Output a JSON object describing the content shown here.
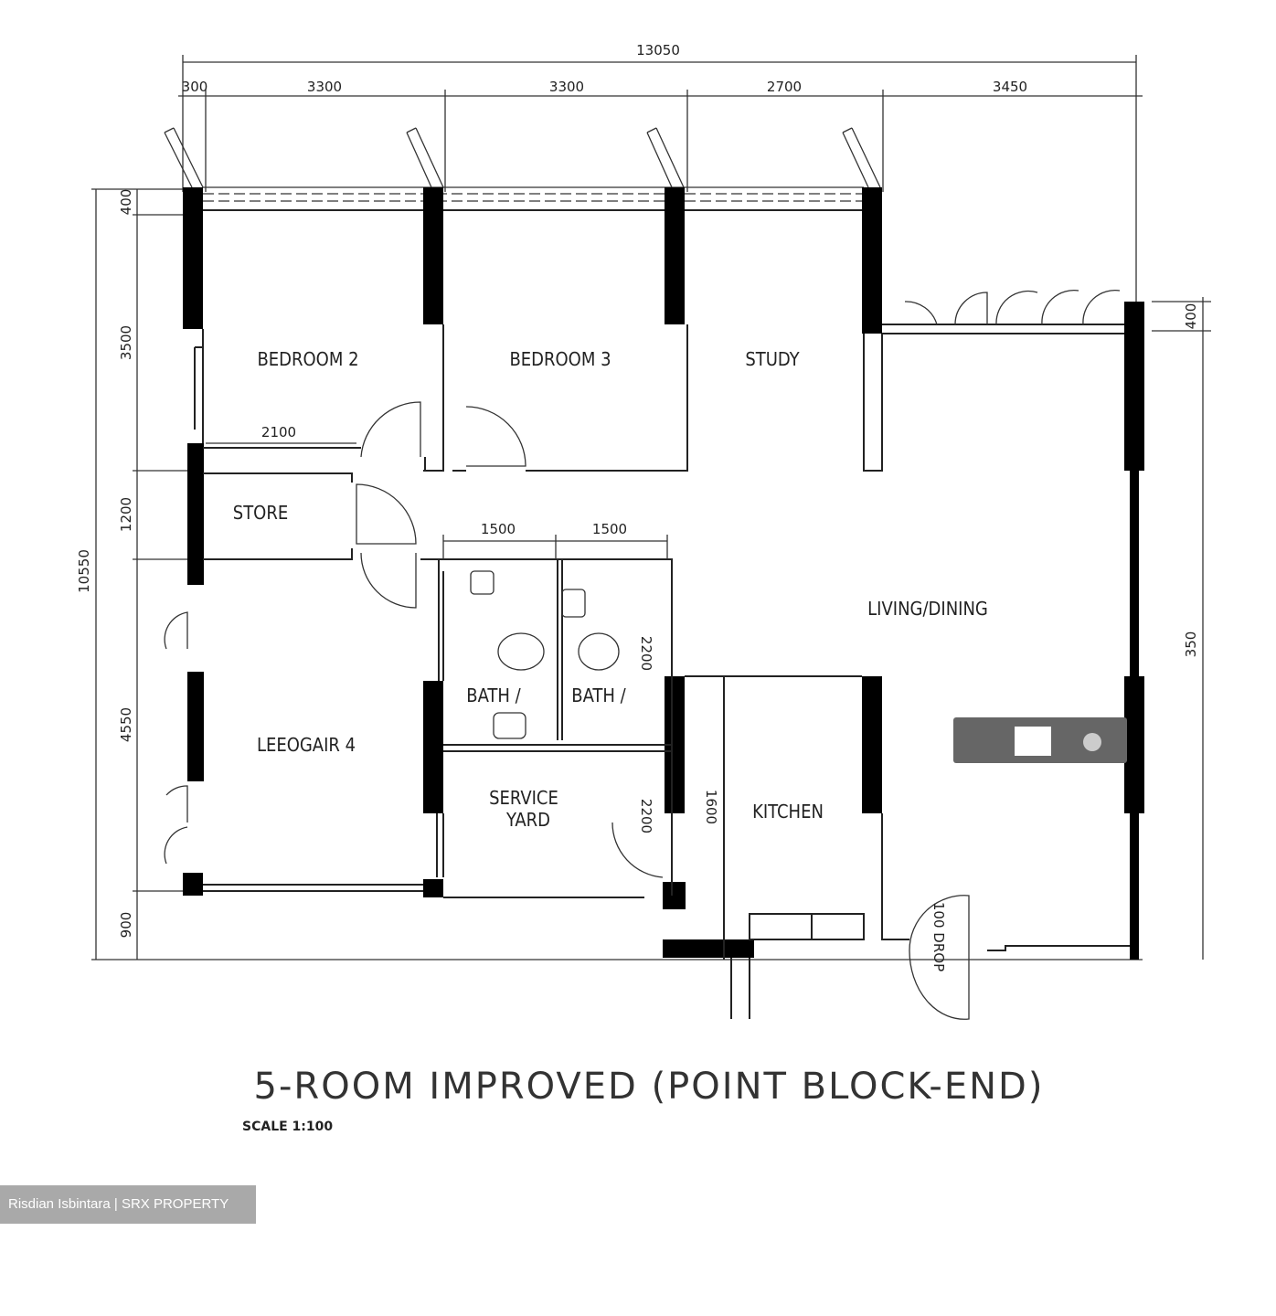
{
  "plan": {
    "title": "5-ROOM IMPROVED (POINT BLOCK-END)",
    "scale": "SCALE   1:100",
    "rooms": {
      "bedroom2": "BEDROOM 2",
      "bedroom3": "BEDROOM 3",
      "study": "STUDY",
      "store": "STORE",
      "living": "LIVING/DINING",
      "bedroom1": "LEEOGAIR 4",
      "bath1": "BATH /",
      "bath2": "BATH /",
      "service": "SERVICE",
      "service2": "YARD",
      "kitchen": "KITCHEN"
    },
    "dimensions": {
      "total_width": "13050",
      "top": [
        "300",
        "3300",
        "3300",
        "2700",
        "3450"
      ],
      "total_height": "10550",
      "left": [
        "400",
        "3500",
        "1200",
        "4550",
        "900"
      ],
      "right": [
        "400",
        "350"
      ],
      "store_width": "2100",
      "bath_widths": [
        "1500",
        "1500"
      ],
      "bath_height": "2200",
      "service_height": "2200",
      "kitchen_height": "1600",
      "drop": "100 DROP"
    }
  },
  "watermark": "Risdian Isbintara | SRX PROPERTY"
}
